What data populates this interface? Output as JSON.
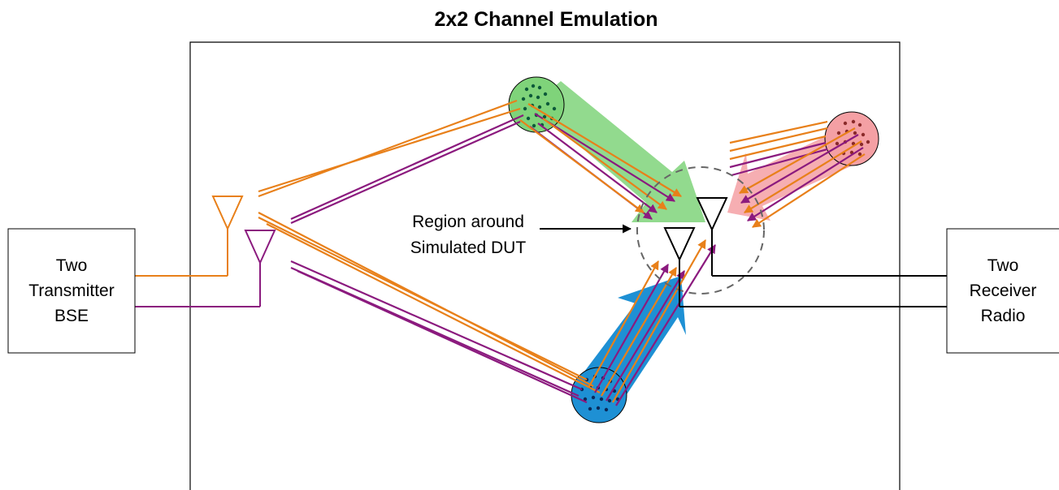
{
  "title": "2x2 Channel Emulation",
  "transmitter": {
    "lines": [
      "Two",
      "Transmitter",
      "BSE"
    ]
  },
  "receiver": {
    "lines": [
      "Two",
      "Receiver",
      "Radio"
    ]
  },
  "dut_label": {
    "lines": [
      "Region around",
      "Simulated DUT"
    ]
  },
  "colors": {
    "path_a": "#e8801a",
    "path_b": "#8b1a7e",
    "cluster_top": "#7fd37a",
    "cluster_right": "#f4a0a4",
    "cluster_bottom": "#1e90d4",
    "outline": "#000000",
    "dut_region": "#666666"
  },
  "scatter_clusters": [
    {
      "id": "top",
      "color": "cluster_top"
    },
    {
      "id": "right",
      "color": "cluster_right"
    },
    {
      "id": "bottom",
      "color": "cluster_bottom"
    }
  ]
}
